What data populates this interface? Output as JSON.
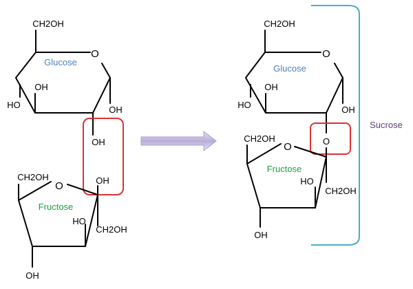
{
  "colors": {
    "glucose": "#4f81bd",
    "fructose": "#1aa23a",
    "highlight": "#e03030",
    "bracket": "#4bacc6",
    "sucrose": "#5a3f78",
    "arrow": "#b3a8d4"
  },
  "left": {
    "glucose": {
      "name": "Glucose",
      "ring_o": "O",
      "ch2oh": "CH2OH",
      "oh_c4": "OH",
      "oh_c3": "HO",
      "oh_c2": "OH",
      "oh_c1": "OH"
    },
    "fructose": {
      "name": "Fructose",
      "ring_o": "O",
      "ch2oh_top": "CH2OH",
      "oh_c2": "OH",
      "oh_c3": "HO",
      "ch2oh_c1": "CH2OH",
      "oh_c4": "OH"
    }
  },
  "right": {
    "glucose": {
      "name": "Glucose",
      "ring_o": "O",
      "ch2oh": "CH2OH",
      "oh_c4": "OH",
      "oh_c3": "HO",
      "oh_c2": "OH"
    },
    "linkage_o": "O",
    "fructose": {
      "name": "Fructose",
      "ring_o": "O",
      "ch2oh_top": "CH2OH",
      "oh_c3": "HO",
      "ch2oh_c1": "CH2OH",
      "oh_c4": "OH"
    },
    "product_label": "Sucrose"
  }
}
